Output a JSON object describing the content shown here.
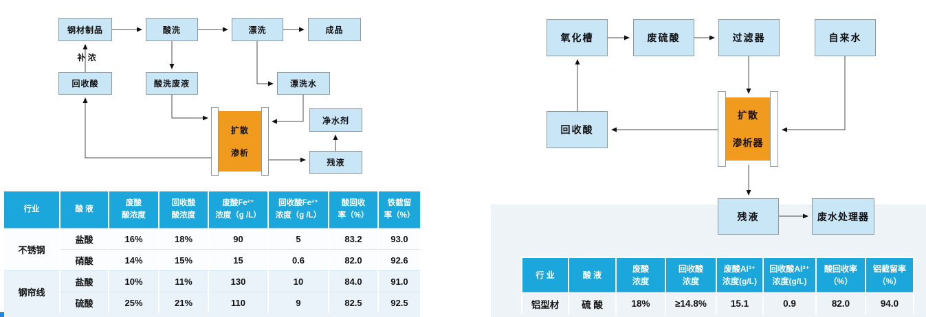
{
  "colors": {
    "table_header_blue": "#1BA7DB",
    "node_fill_blue": "#C9E6F7",
    "node_border_gray": "#8D979E",
    "dialyzer_orange": "#F09A1E",
    "background_panel": "#EEF3F7"
  },
  "flow_left": {
    "nodes": {
      "steel_products": "钢材制品",
      "pickling": "酸洗",
      "rinsing": "漂洗",
      "finished_product": "成品",
      "recovered_acid": "回收酸",
      "pickling_waste": "酸洗废液",
      "rinse_water": "漂洗水",
      "water_purifier": "净水剂",
      "residual_liquid": "残液"
    },
    "dialyzer": {
      "line1": "扩散",
      "line2": "渗析"
    },
    "replenish_label": "补 浓"
  },
  "flow_right": {
    "nodes": {
      "oxidation_tank": "氧化槽",
      "waste_sulfuric_acid": "废硫酸",
      "filter": "过滤器",
      "tap_water": "自来水",
      "recovered_acid": "回收酸",
      "residual_liquid": "残液",
      "wastewater_treater": "废水处理器"
    },
    "dialyzer": {
      "line1": "扩散",
      "line2": "渗析器"
    }
  },
  "table_left": {
    "headers": [
      "行业",
      "酸 液",
      "废酸\n酸浓度",
      "回收酸\n酸浓度",
      "废酸Fe²⁺\n浓度（g /L）",
      "回收酸Fe²⁺\n浓度（g /L）",
      "酸回收\n率（%）",
      "铁截留\n率（%）"
    ],
    "industries": [
      "不锈钢",
      "钢帘线"
    ],
    "rows": [
      [
        "盐酸",
        "16%",
        "18%",
        "90",
        "5",
        "83.2",
        "93.0"
      ],
      [
        "硝酸",
        "14%",
        "15%",
        "15",
        "0.6",
        "82.0",
        "92.6"
      ],
      [
        "盐酸",
        "10%",
        "11%",
        "130",
        "10",
        "84.0",
        "91.0"
      ],
      [
        "硫酸",
        "25%",
        "21%",
        "110",
        "9",
        "82.5",
        "92.5"
      ]
    ]
  },
  "table_right": {
    "headers": [
      "行 业",
      "酸 液",
      "废酸\n浓度",
      "回收酸\n浓度",
      "废酸Al³⁺\n浓度(g/L)",
      "回收酸Al³⁺\n浓度(g/L)",
      "酸回收率\n（%）",
      "铝截留率\n（%）"
    ],
    "row": [
      "铝型材",
      "硫 酸",
      "18%",
      "≥14.8%",
      "15.1",
      "0.9",
      "82.0",
      "94.0"
    ]
  }
}
